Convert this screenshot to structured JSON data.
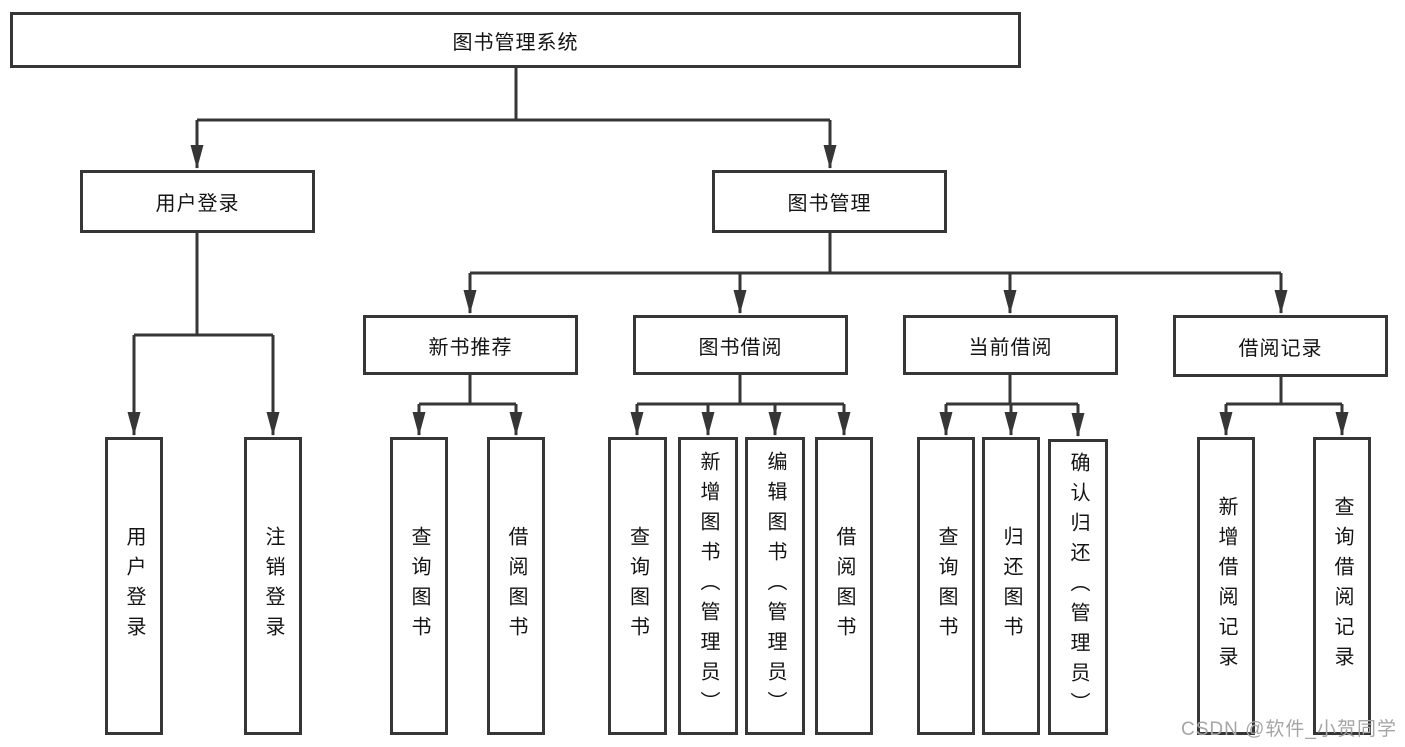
{
  "tree": {
    "label": "图书管理系统",
    "children": [
      {
        "label": "用户登录",
        "children": [
          {
            "label": "用户登录"
          },
          {
            "label": "注销登录"
          }
        ]
      },
      {
        "label": "图书管理",
        "children": [
          {
            "label": "新书推荐",
            "children": [
              {
                "label": "查询图书"
              },
              {
                "label": "借阅图书"
              }
            ]
          },
          {
            "label": "图书借阅",
            "children": [
              {
                "label": "查询图书"
              },
              {
                "label": "新增图书（管理员）"
              },
              {
                "label": "编辑图书（管理员）"
              },
              {
                "label": "借阅图书"
              }
            ]
          },
          {
            "label": "当前借阅",
            "children": [
              {
                "label": "查询图书"
              },
              {
                "label": "归还图书"
              },
              {
                "label": "确认归还（管理员）"
              }
            ]
          },
          {
            "label": "借阅记录",
            "children": [
              {
                "label": "新增借阅记录"
              },
              {
                "label": "查询借阅记录"
              }
            ]
          }
        ]
      }
    ]
  },
  "watermark": {
    "text": "CSDN @软件_小贺同学"
  },
  "colors": {
    "line": "#363636",
    "box_border": "#363636",
    "box_fill": "#ffffff",
    "text": "#141414",
    "watermark": "#a6a6a6"
  }
}
